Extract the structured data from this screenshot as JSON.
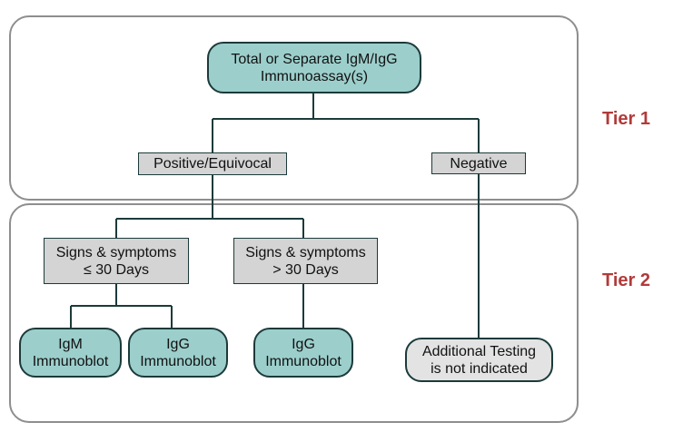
{
  "colors": {
    "tier_label": "#b23a3a",
    "teal_node": "#9ccfcc",
    "grey_node": "#d4d4d4",
    "light_grey_node": "#e3e3e3",
    "line": "#1c3a3a",
    "panel_border": "#8e8e8e"
  },
  "tiers": {
    "tier1": "Tier 1",
    "tier2": "Tier 2"
  },
  "nodes": {
    "immunoassay": {
      "line1": "Total or Separate IgM/IgG",
      "line2": "Immunoassay(s)"
    },
    "positive": {
      "label": "Positive/Equivocal"
    },
    "negative": {
      "label": "Negative"
    },
    "short_duration": {
      "line1": "Signs & symptoms",
      "line2": "≤ 30 Days"
    },
    "long_duration": {
      "line1": "Signs & symptoms",
      "line2": "> 30 Days"
    },
    "igm_blot": {
      "line1": "IgM",
      "line2": "Immunoblot"
    },
    "igg_blot_short": {
      "line1": "IgG",
      "line2": "Immunoblot"
    },
    "igg_blot_long": {
      "line1": "IgG",
      "line2": "Immunoblot"
    },
    "no_testing": {
      "line1": "Additional Testing",
      "line2": "is not indicated"
    }
  }
}
